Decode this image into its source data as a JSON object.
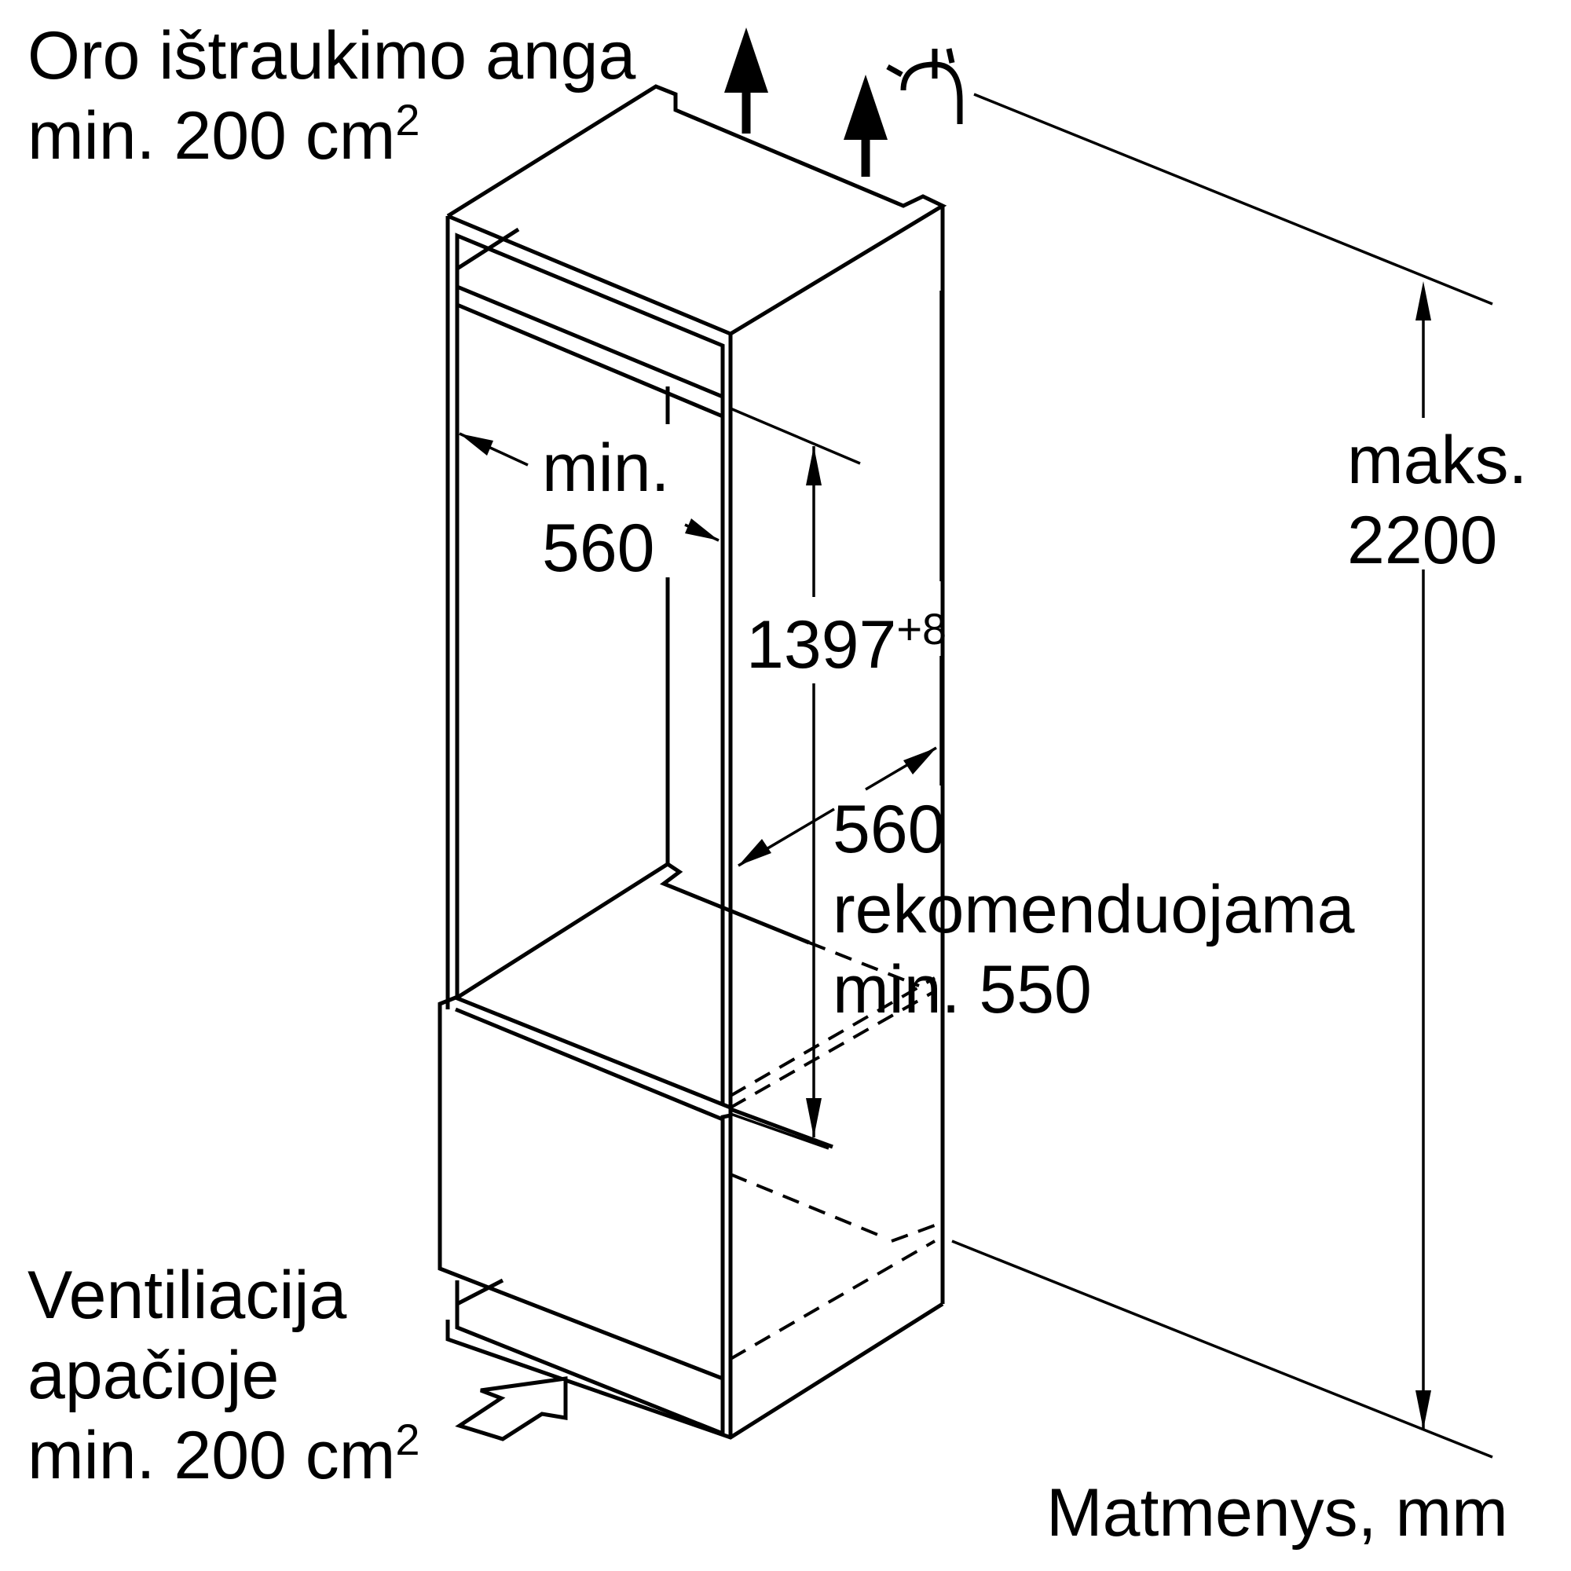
{
  "labels": {
    "top_left_line1": "Oro ištraukimo anga",
    "top_left_line2": "min. 200 cm",
    "top_left_sup": "2",
    "width_line1": "min.",
    "width_line2": "560",
    "height_value": "1397",
    "height_tolerance": "+8",
    "depth_value": "560",
    "depth_line2": "rekomenduojama",
    "depth_line3": "min. 550",
    "max_line1": "maks.",
    "max_line2": "2200",
    "bottom_left_line1": "Ventiliacija",
    "bottom_left_line2": "apačioje",
    "bottom_left_line3": "min. 200 cm",
    "bottom_left_sup": "2",
    "units": "Matmenys, mm"
  },
  "icons": [
    "arrow-up-icon",
    "arrow-up-icon",
    "power-socket-icon",
    "airflow-arrow-icon"
  ]
}
